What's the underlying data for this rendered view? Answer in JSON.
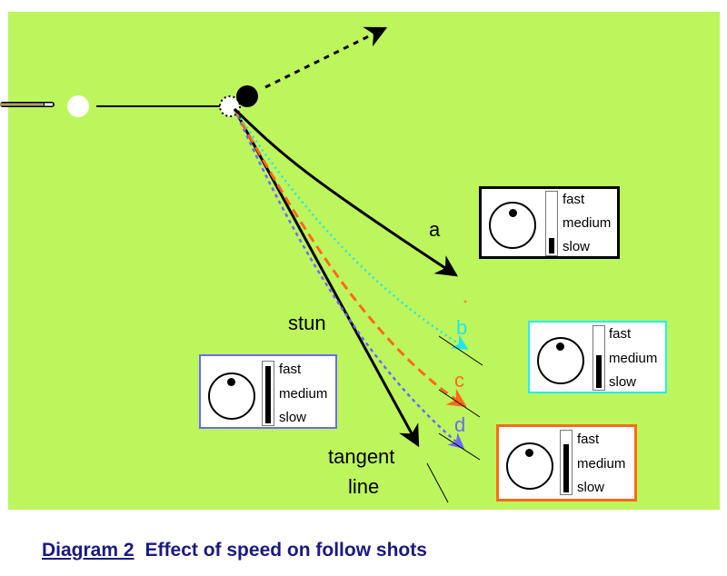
{
  "colors": {
    "table": "#bdf55c",
    "caption": "#1a1a80",
    "path_a": "#000000",
    "path_b": "#1ee6f0",
    "path_c": "#ff6a1a",
    "path_d": "#6a6aff",
    "stun": "#000000",
    "legend_a_border": "#000000",
    "legend_b_border": "#22eef6",
    "legend_c_border": "#ff6a1a",
    "legend_d_border": "#6a6aff"
  },
  "labels": {
    "a": "a",
    "b": "b",
    "c": "c",
    "d": "d",
    "stun": "stun",
    "tangent_line_1": "tangent",
    "tangent_line_2": "line"
  },
  "legends": [
    {
      "id": "a",
      "speed_levels": [
        "fast",
        "medium",
        "slow"
      ],
      "selected_speed": "slow",
      "speed_fraction": 0.25,
      "tip_position": "top"
    },
    {
      "id": "b",
      "speed_levels": [
        "fast",
        "medium",
        "slow"
      ],
      "selected_speed": "medium",
      "speed_fraction": 0.55,
      "tip_position": "top"
    },
    {
      "id": "c",
      "speed_levels": [
        "fast",
        "medium",
        "slow"
      ],
      "selected_speed": "medium-fast",
      "speed_fraction": 0.8,
      "tip_position": "top"
    },
    {
      "id": "d",
      "speed_levels": [
        "fast",
        "medium",
        "slow"
      ],
      "selected_speed": "fast",
      "speed_fraction": 0.95,
      "tip_position": "top"
    }
  ],
  "caption": {
    "number": "Diagram 2",
    "title": "Effect of speed on follow shots"
  }
}
